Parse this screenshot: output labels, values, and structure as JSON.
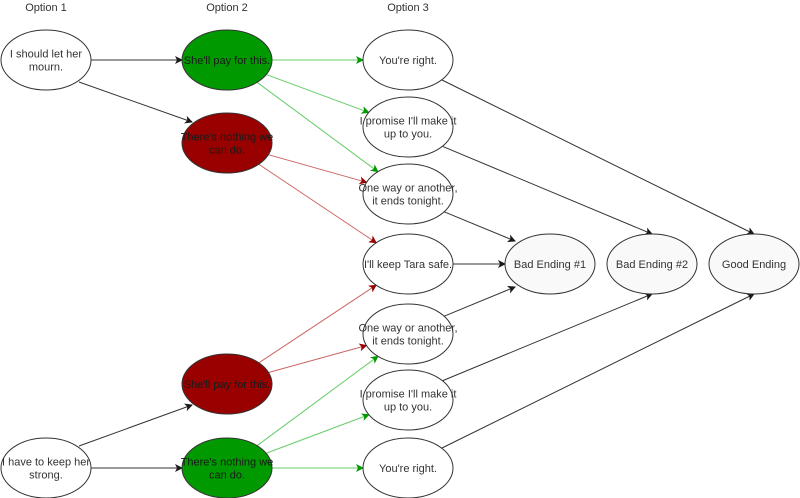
{
  "columns": [
    {
      "id": "col1",
      "label": "Option 1"
    },
    {
      "id": "col2",
      "label": "Option 2"
    },
    {
      "id": "col3",
      "label": "Option 3"
    }
  ],
  "colors": {
    "neutral_fill": "#ffffff",
    "ending_fill": "#f9f9f9",
    "good_fill": "#009900",
    "bad_fill": "#990000",
    "stroke": "#333333",
    "edge_black": "#333333",
    "edge_green": "#66cc66",
    "edge_green_head": "#009900",
    "edge_red": "#cc6666",
    "edge_red_head": "#990000"
  },
  "nodes": [
    {
      "id": "o1a",
      "column": "col1",
      "lines": [
        "I should let her",
        "mourn."
      ],
      "style": "neutral"
    },
    {
      "id": "o1b",
      "column": "col1",
      "lines": [
        "I have to keep her",
        "strong."
      ],
      "style": "neutral"
    },
    {
      "id": "o2a",
      "column": "col2",
      "lines": [
        "She'll pay for this."
      ],
      "style": "good"
    },
    {
      "id": "o2b",
      "column": "col2",
      "lines": [
        "There's nothing we",
        "can do."
      ],
      "style": "bad"
    },
    {
      "id": "o2c",
      "column": "col2",
      "lines": [
        "She'll pay for this."
      ],
      "style": "bad"
    },
    {
      "id": "o2d",
      "column": "col2",
      "lines": [
        "There's nothing we",
        "can do."
      ],
      "style": "good"
    },
    {
      "id": "o3a",
      "column": "col3",
      "lines": [
        "You're right."
      ],
      "style": "neutral"
    },
    {
      "id": "o3b",
      "column": "col3",
      "lines": [
        "I promise I'll make it",
        "up to you."
      ],
      "style": "neutral"
    },
    {
      "id": "o3c",
      "column": "col3",
      "lines": [
        "One way or another,",
        "it ends tonight."
      ],
      "style": "neutral"
    },
    {
      "id": "o3d",
      "column": "col3",
      "lines": [
        "I'll keep Tara safe."
      ],
      "style": "neutral"
    },
    {
      "id": "o3e",
      "column": "col3",
      "lines": [
        "One way or another,",
        "it ends tonight."
      ],
      "style": "neutral"
    },
    {
      "id": "o3f",
      "column": "col3",
      "lines": [
        "I promise I'll make it",
        "up to you."
      ],
      "style": "neutral"
    },
    {
      "id": "o3g",
      "column": "col3",
      "lines": [
        "You're right."
      ],
      "style": "neutral"
    },
    {
      "id": "end1",
      "column": "endings",
      "lines": [
        "Bad Ending #1"
      ],
      "style": "ending"
    },
    {
      "id": "end2",
      "column": "endings",
      "lines": [
        "Bad Ending #2"
      ],
      "style": "ending"
    },
    {
      "id": "end3",
      "column": "endings",
      "lines": [
        "Good Ending"
      ],
      "style": "ending"
    }
  ],
  "edges": [
    {
      "from": "o1a",
      "to": "o2a",
      "kind": "black"
    },
    {
      "from": "o1a",
      "to": "o2b",
      "kind": "black"
    },
    {
      "from": "o1b",
      "to": "o2c",
      "kind": "black"
    },
    {
      "from": "o1b",
      "to": "o2d",
      "kind": "black"
    },
    {
      "from": "o2a",
      "to": "o3a",
      "kind": "green"
    },
    {
      "from": "o2a",
      "to": "o3b",
      "kind": "green"
    },
    {
      "from": "o2a",
      "to": "o3c",
      "kind": "green"
    },
    {
      "from": "o2b",
      "to": "o3c",
      "kind": "red"
    },
    {
      "from": "o2b",
      "to": "o3d",
      "kind": "red"
    },
    {
      "from": "o2c",
      "to": "o3d",
      "kind": "red"
    },
    {
      "from": "o2c",
      "to": "o3e",
      "kind": "red"
    },
    {
      "from": "o2d",
      "to": "o3e",
      "kind": "green"
    },
    {
      "from": "o2d",
      "to": "o3f",
      "kind": "green"
    },
    {
      "from": "o2d",
      "to": "o3g",
      "kind": "green"
    },
    {
      "from": "o3a",
      "to": "end3",
      "kind": "black"
    },
    {
      "from": "o3b",
      "to": "end2",
      "kind": "black"
    },
    {
      "from": "o3c",
      "to": "end1",
      "kind": "black"
    },
    {
      "from": "o3d",
      "to": "end1",
      "kind": "black"
    },
    {
      "from": "o3e",
      "to": "end1",
      "kind": "black"
    },
    {
      "from": "o3f",
      "to": "end2",
      "kind": "black"
    },
    {
      "from": "o3g",
      "to": "end3",
      "kind": "black"
    }
  ]
}
